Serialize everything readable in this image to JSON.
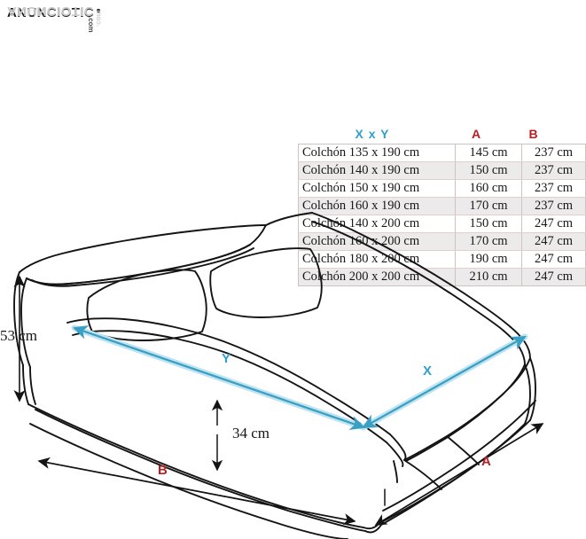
{
  "watermark": {
    "brand": "ANUNCIOTIC",
    "tld": ".com",
    "mirror": "ANUNCIOTIC"
  },
  "table": {
    "headers": {
      "xy": "X x Y",
      "a": "A",
      "b": "B"
    },
    "header_colors": {
      "xy": "#2f9fd0",
      "a": "#b52025",
      "b": "#b52025"
    },
    "rows": [
      {
        "name": "Colchón 135 x 190 cm",
        "a": "145 cm",
        "b": "237 cm"
      },
      {
        "name": "Colchón 140 x 190 cm",
        "a": "150 cm",
        "b": "237 cm"
      },
      {
        "name": "Colchón 150 x 190 cm",
        "a": "160 cm",
        "b": "237 cm"
      },
      {
        "name": "Colchón 160 x 190 cm",
        "a": "170 cm",
        "b": "237 cm"
      },
      {
        "name": "Colchón 140 x 200 cm",
        "a": "150 cm",
        "b": "247 cm"
      },
      {
        "name": "Colchón 160 x 200 cm",
        "a": "170 cm",
        "b": "247 cm"
      },
      {
        "name": "Colchón 180 x 200 cm",
        "a": "190 cm",
        "b": "247 cm"
      },
      {
        "name": "Colchón 200 x 200 cm",
        "a": "210 cm",
        "b": "247 cm"
      }
    ]
  },
  "diagram": {
    "height_label": "53 cm",
    "mattress_height_label": "34 cm",
    "x_label": "X",
    "y_label": "Y",
    "a_label": "A",
    "b_label": "B",
    "colors": {
      "outline": "#141414",
      "measure_blue": "#3a9fc4",
      "measure_red": "#b52025",
      "dimension_black": "#141414"
    }
  }
}
